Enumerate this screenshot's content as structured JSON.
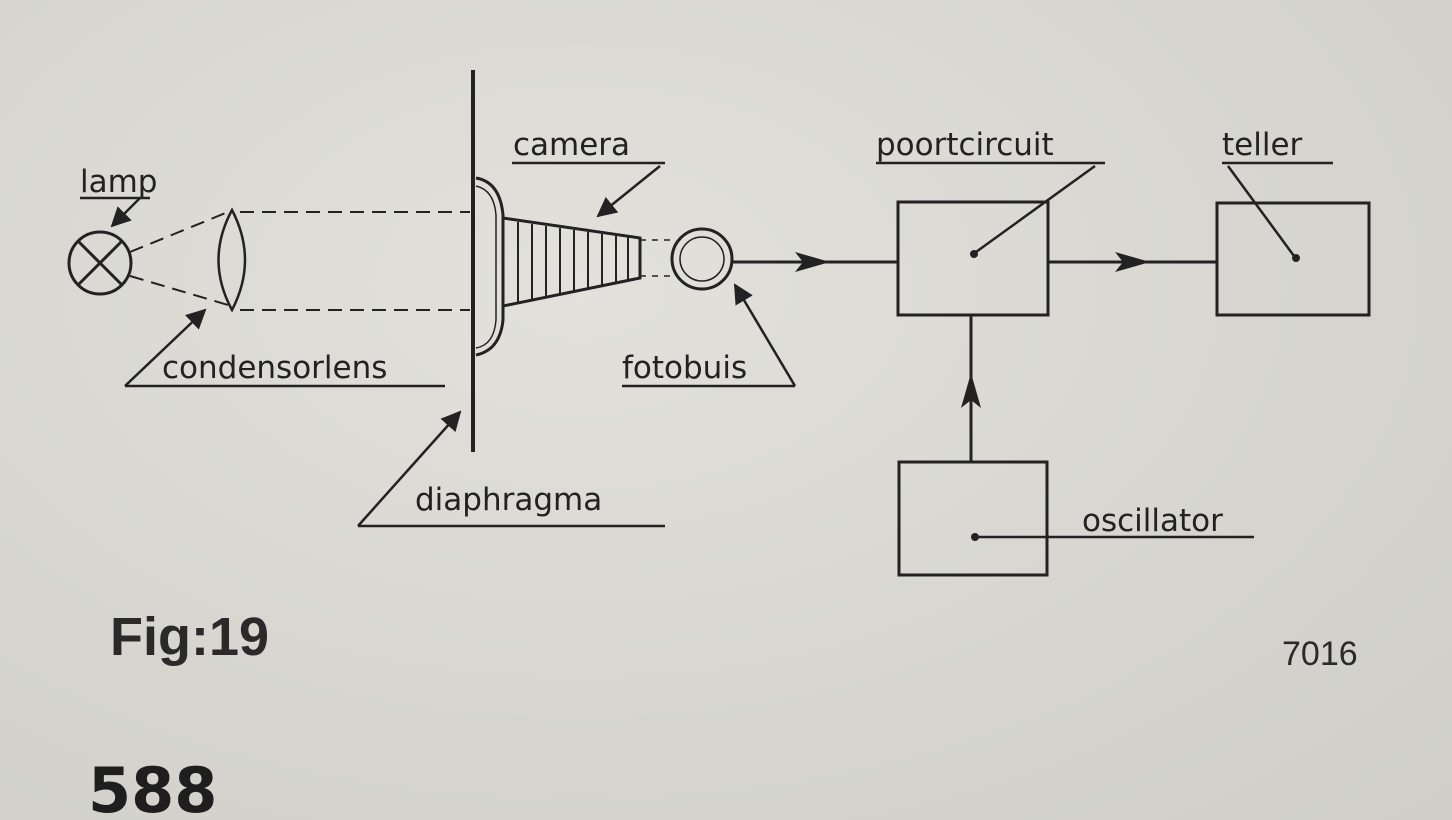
{
  "labels": {
    "lamp": "lamp",
    "condensorlens": "condensorlens",
    "diaphragma": "diaphragma",
    "camera": "camera",
    "fotobuis": "fotobuis",
    "poortcircuit": "poortcircuit",
    "teller": "teller",
    "oscillator": "oscillator"
  },
  "figure_label": "Fig:19",
  "figure_code": "7016",
  "page_number": "588"
}
